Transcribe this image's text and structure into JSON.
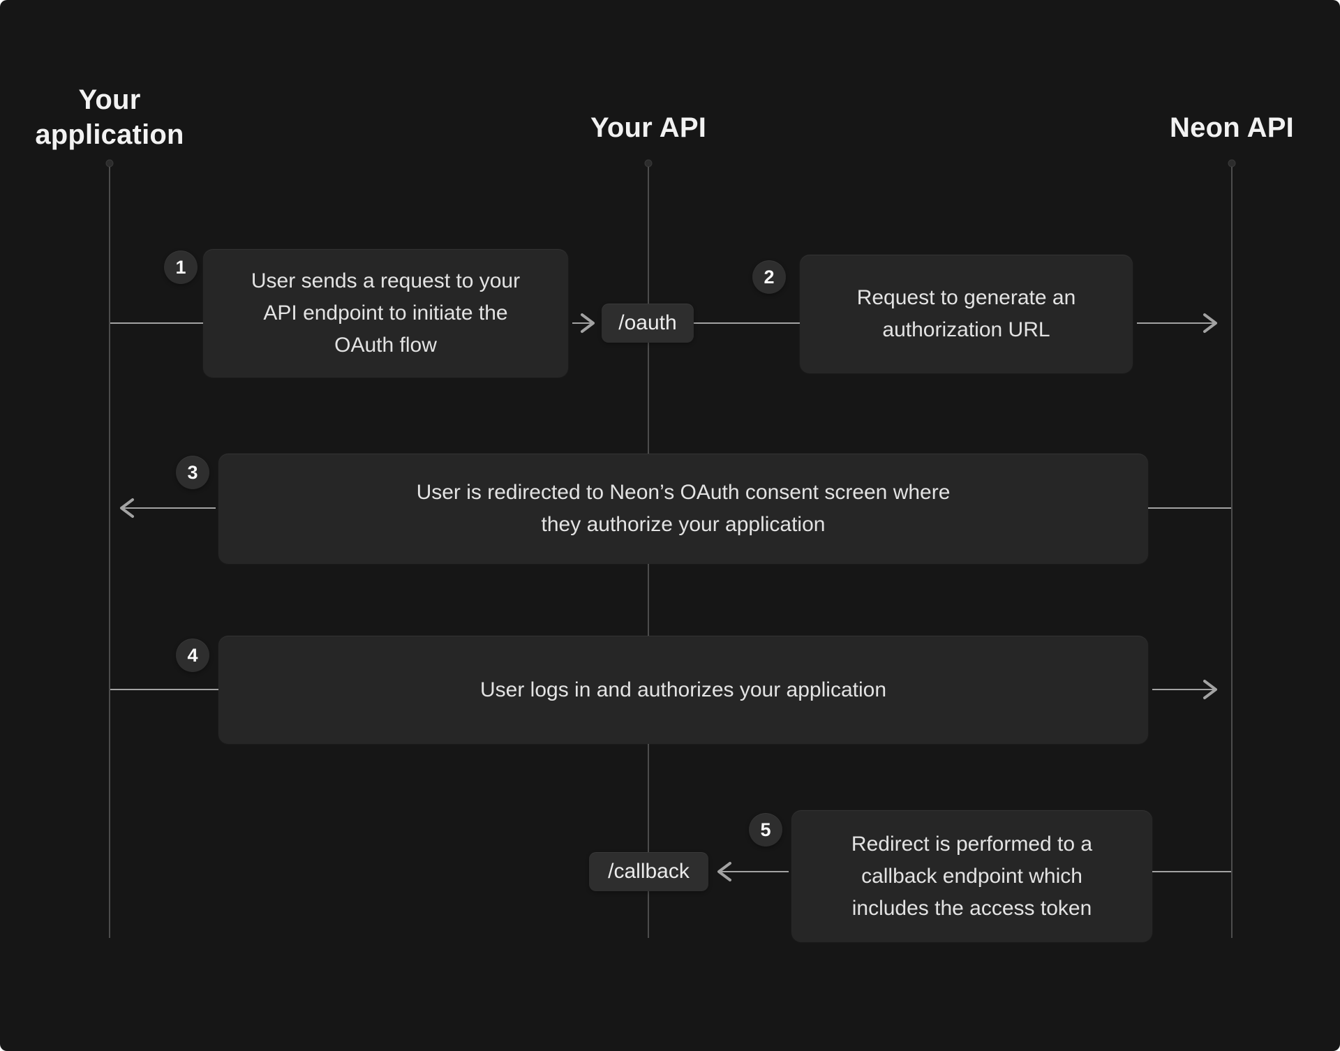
{
  "diagram": {
    "title_hint": "OAuth flow sequence diagram",
    "lanes": [
      {
        "id": "your-application",
        "label": "Your application"
      },
      {
        "id": "your-api",
        "label": "Your API"
      },
      {
        "id": "neon-api",
        "label": "Neon API"
      }
    ],
    "steps": [
      {
        "number": "1",
        "lines": [
          "User sends a request to your",
          "API endpoint to initiate the",
          "OAuth flow"
        ]
      },
      {
        "number": "2",
        "lines": [
          "Request to generate an",
          "authorization URL"
        ]
      },
      {
        "number": "3",
        "lines": [
          "User is redirected to Neon’s OAuth consent screen where",
          "they authorize your application"
        ]
      },
      {
        "number": "4",
        "lines": [
          "User logs in and authorizes your application"
        ]
      },
      {
        "number": "5",
        "lines": [
          "Redirect is performed to a",
          "callback endpoint which",
          "includes the access token"
        ]
      }
    ],
    "endpoints": [
      {
        "label": "/oauth"
      },
      {
        "label": "/callback"
      }
    ],
    "colors": {
      "background": "#161616",
      "box_fill": "#262626",
      "badge_fill": "#2e2e2e",
      "lifeline": "#4c4c4c",
      "arrow": "#a3a3a3",
      "title_text": "#f2f2f2",
      "box_text": "#e3e3e3"
    }
  }
}
